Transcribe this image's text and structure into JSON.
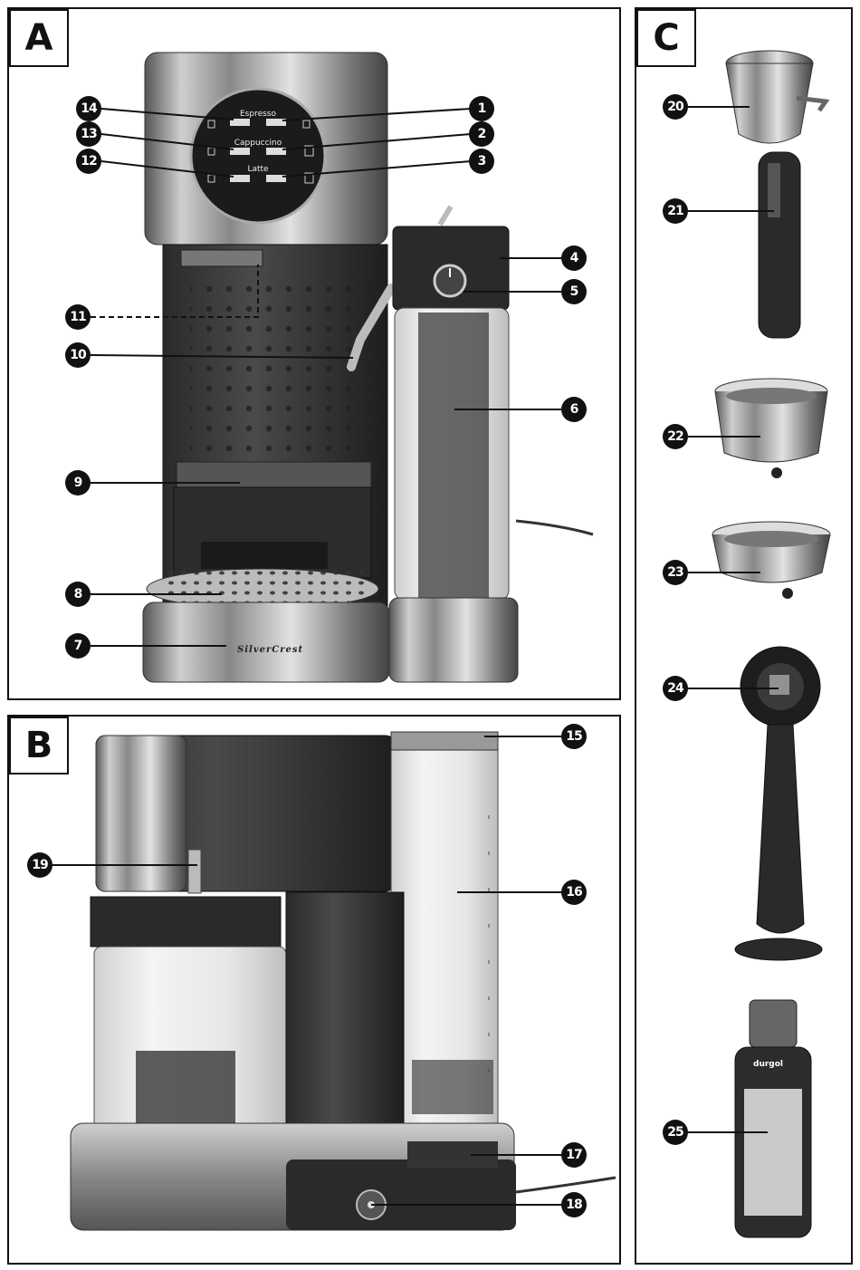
{
  "panels": {
    "a": "A",
    "b": "B",
    "c": "C"
  },
  "buttons": {
    "espresso": "Espresso",
    "cappuccino": "Cappuccino",
    "latte": "Latte"
  },
  "brand": "SilverCrest",
  "bottle_brand": "durgol",
  "callouts": {
    "c1": "1",
    "c2": "2",
    "c3": "3",
    "c4": "4",
    "c5": "5",
    "c6": "6",
    "c7": "7",
    "c8": "8",
    "c9": "9",
    "c10": "10",
    "c11": "11",
    "c12": "12",
    "c13": "13",
    "c14": "14",
    "c15": "15",
    "c16": "16",
    "c17": "17",
    "c18": "18",
    "c19": "19",
    "c20": "20",
    "c21": "21",
    "c22": "22",
    "c23": "23",
    "c24": "24",
    "c25": "25"
  }
}
